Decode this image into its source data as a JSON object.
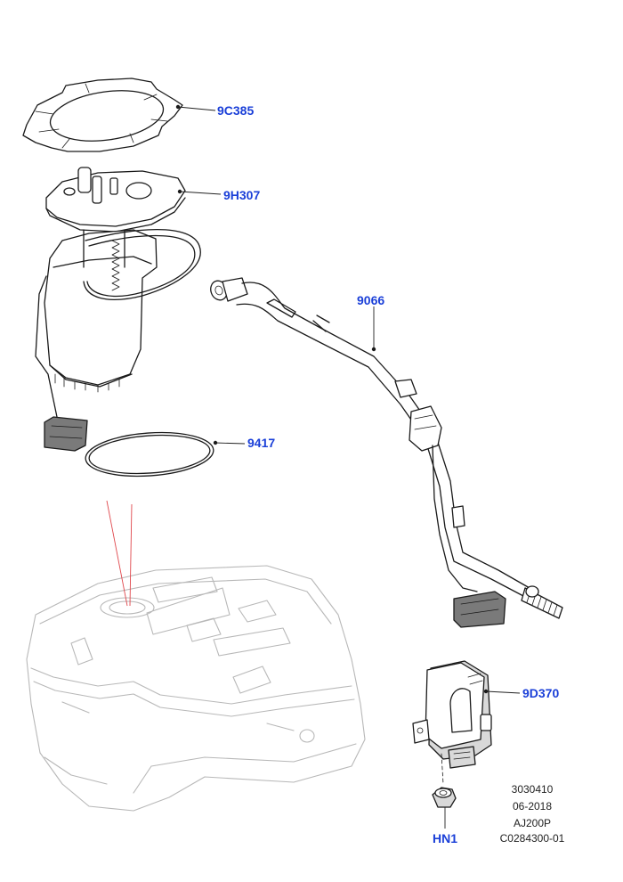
{
  "callouts": {
    "lock_ring": "9C385",
    "pump_module": "9H307",
    "fuel_tube": "9066",
    "seal_ring": "9417",
    "control_module": "9D370",
    "nut": "HN1"
  },
  "illustration_info": {
    "line1": "3030410",
    "line2": "06-2018",
    "line3": "AJ200P",
    "line4": "C0284300-01"
  },
  "colors": {
    "callout_text": "#1a3fd8",
    "leader_dot": "#1a1a1a",
    "tank_ghost": "#b8b8b8",
    "guide_lines": "#e0474c"
  }
}
